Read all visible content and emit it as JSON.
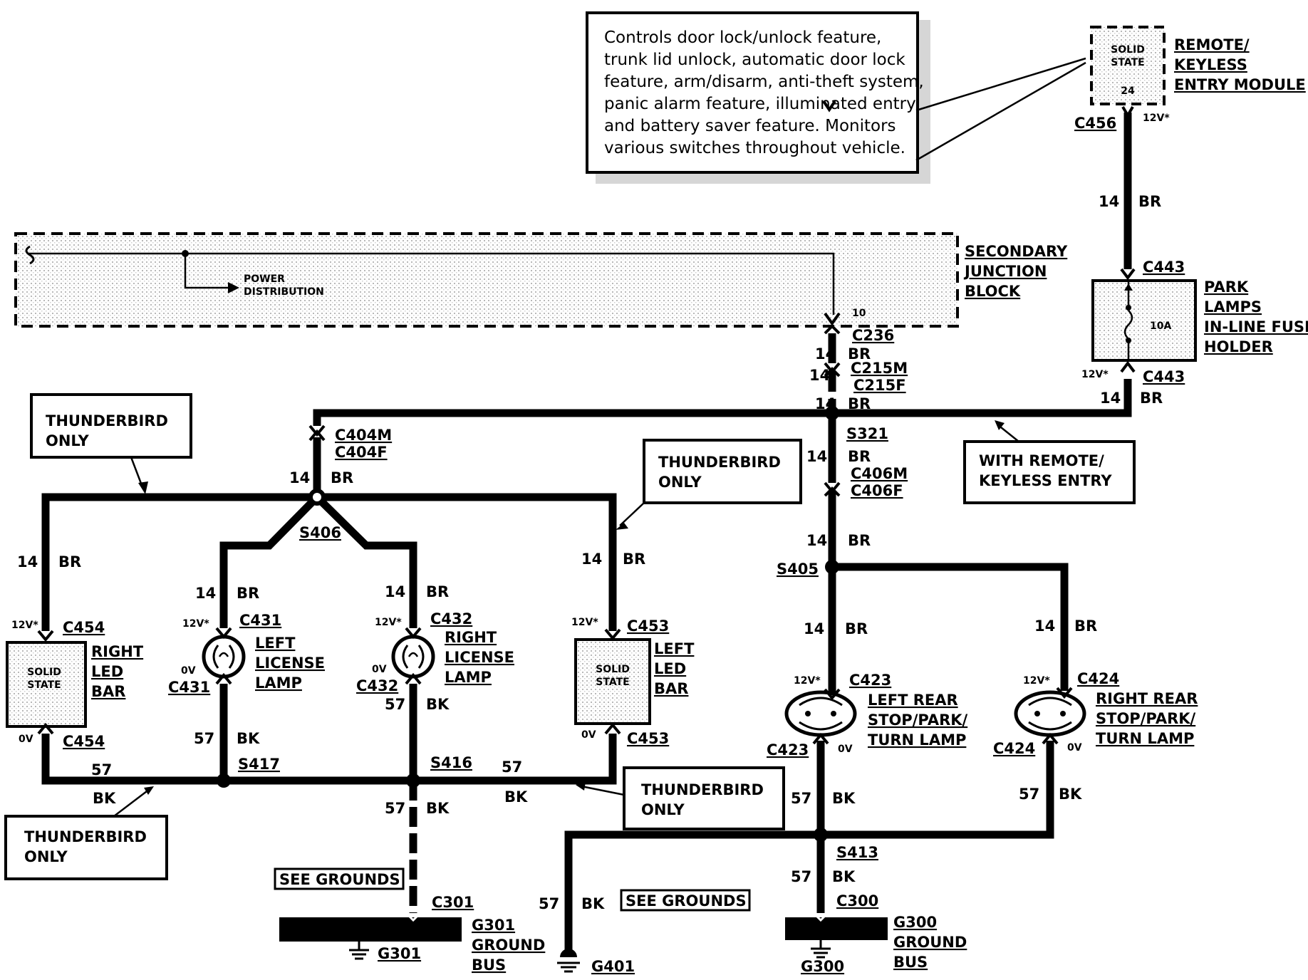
{
  "note_text": [
    "Controls door lock/unlock feature,",
    "trunk lid unlock, automatic door lock",
    "feature, arm/disarm, anti-theft system,",
    "panic alarm feature, illuminated entry",
    "and battery saver feature.  Monitors",
    "various switches throughout vehicle."
  ],
  "modules": {
    "remote_keyless": {
      "chip": [
        "SOLID",
        "STATE"
      ],
      "pin": "24",
      "name": [
        "REMOTE/",
        "KEYLESS",
        "ENTRY MODULE"
      ]
    },
    "sjb": {
      "name": [
        "SECONDARY",
        "JUNCTION",
        "BLOCK"
      ],
      "power_dist": [
        "POWER",
        "DISTRIBUTION"
      ],
      "pin": "10"
    },
    "fuse_holder": {
      "rating": "10A",
      "name": [
        "PARK",
        "LAMPS",
        "IN-LINE FUSE",
        "HOLDER"
      ]
    },
    "right_led_bar": {
      "chip": [
        "SOLID",
        "STATE"
      ],
      "name": [
        "RIGHT",
        "LED",
        "BAR"
      ]
    },
    "left_led_bar": {
      "chip": [
        "SOLID",
        "STATE"
      ],
      "name": [
        "LEFT",
        "LED",
        "BAR"
      ]
    },
    "left_license_lamp": {
      "name": [
        "LEFT",
        "LICENSE",
        "LAMP"
      ]
    },
    "right_license_lamp": {
      "name": [
        "RIGHT",
        "LICENSE",
        "LAMP"
      ]
    },
    "left_rear_lamp": {
      "name": [
        "LEFT REAR",
        "STOP/PARK/",
        "TURN LAMP"
      ]
    },
    "right_rear_lamp": {
      "name": [
        "RIGHT REAR",
        "STOP/PARK/",
        "TURN LAMP"
      ]
    }
  },
  "callouts": {
    "thunderbird_only": [
      "THUNDERBIRD",
      "ONLY"
    ],
    "with_remote": [
      "WITH REMOTE/",
      "KEYLESS ENTRY"
    ],
    "see_grounds": "SEE GROUNDS"
  },
  "connectors": {
    "c456": "C456",
    "c443": "C443",
    "c236": "C236",
    "c215m": "C215M",
    "c215f": "C215F",
    "c404m": "C404M",
    "c404f": "C404F",
    "c406m": "C406M",
    "c406f": "C406F",
    "c454": "C454",
    "c431": "C431",
    "c432": "C432",
    "c453": "C453",
    "c423": "C423",
    "c424": "C424",
    "c301": "C301",
    "c300": "C300"
  },
  "splices": {
    "s321": "S321",
    "s406": "S406",
    "s405": "S405",
    "s417": "S417",
    "s416": "S416",
    "s413": "S413"
  },
  "grounds": {
    "g301": "G301",
    "g401": "G401",
    "g300": "G300",
    "g301_bus": [
      "G301",
      "GROUND",
      "BUS"
    ],
    "g300_bus": [
      "G300",
      "GROUND",
      "BUS"
    ]
  },
  "wire": {
    "gauge_br": "14",
    "color_br": "BR",
    "gauge_bk": "57",
    "color_bk": "BK"
  },
  "voltage": {
    "v12": "12V*",
    "v0": "0V"
  }
}
